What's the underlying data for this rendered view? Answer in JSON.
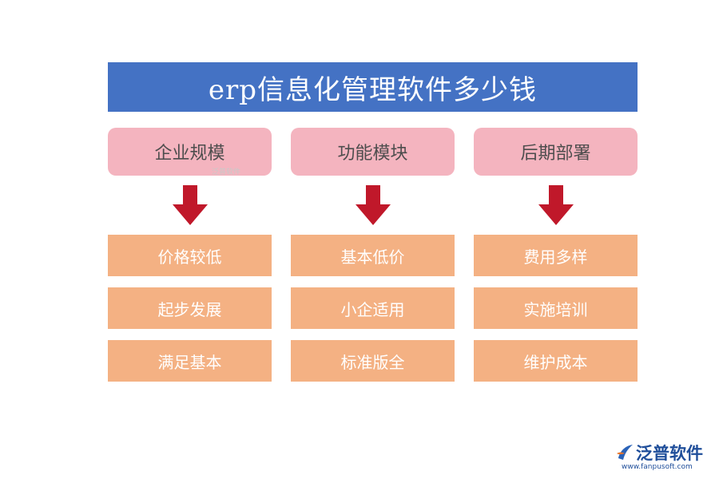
{
  "title": "erp信息化管理软件多少钱",
  "columns": [
    {
      "header": "企业规模",
      "items": [
        "价格较低",
        "起步发展",
        "满足基本"
      ],
      "watermark": "泛普软件"
    },
    {
      "header": "功能模块",
      "items": [
        "基本低价",
        "小企适用",
        "标准版全"
      ]
    },
    {
      "header": "后期部署",
      "items": [
        "费用多样",
        "实施培训",
        "维护成本"
      ]
    }
  ],
  "logo": {
    "name": "泛普软件",
    "url": "www.fanpusoft.com"
  },
  "colors": {
    "title_bg": "#4472c4",
    "header_bg": "#f4b4bf",
    "arrow": "#c0182a",
    "box_bg": "#f4b183"
  },
  "icons": {
    "arrow": "down-arrow-icon",
    "logo": "fanpu-logo-icon"
  }
}
